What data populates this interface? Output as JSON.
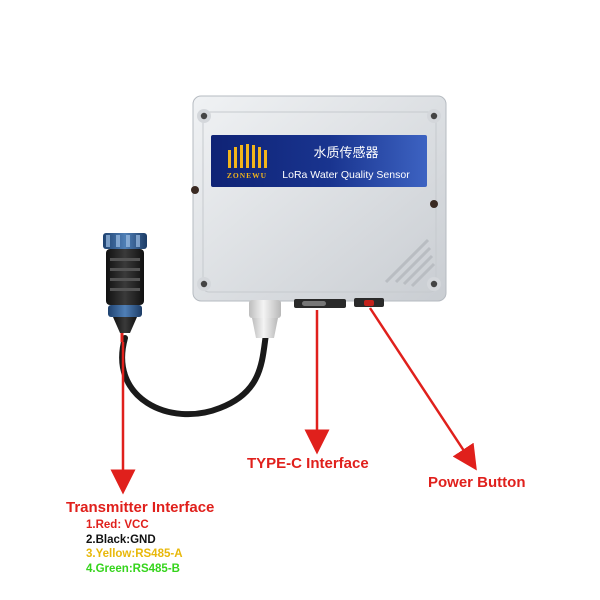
{
  "device_label": {
    "brand": "ZONEWU",
    "title_cn": "水质传感器",
    "title_en": "LoRa Water Quality Sensor"
  },
  "callouts": {
    "typec": "TYPE-C Interface",
    "power": "Power Button",
    "transmitter": "Transmitter Interface"
  },
  "wires": [
    {
      "text": "1.Red: VCC",
      "color": "#e0201c"
    },
    {
      "text": "2.Black:GND",
      "color": "#111111"
    },
    {
      "text": "3.Yellow:RS485-A",
      "color": "#e8b80a"
    },
    {
      "text": "4.Green:RS485-B",
      "color": "#35d41c"
    }
  ],
  "colors": {
    "accent": "#e0201c",
    "enclosure": "#e3e6e9",
    "label_blue": "#142a8a",
    "connector_blue": "#2e5a92"
  }
}
